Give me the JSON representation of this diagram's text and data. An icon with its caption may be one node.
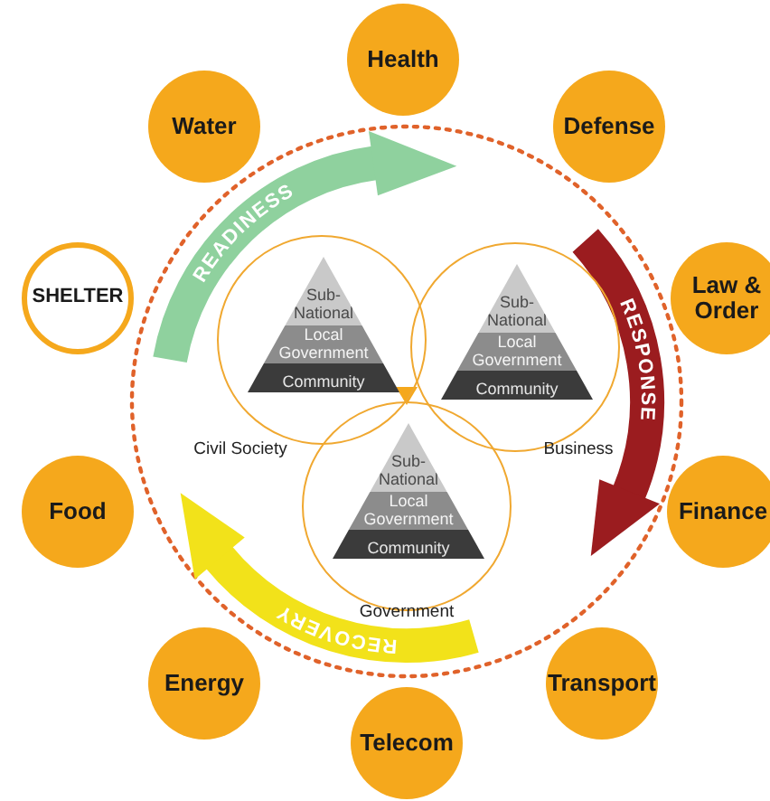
{
  "diagram": {
    "nodes": [
      {
        "text": [
          "Health"
        ]
      },
      {
        "text": [
          "Defense"
        ]
      },
      {
        "text": [
          "Law & Order"
        ]
      },
      {
        "text": [
          "Finance"
        ]
      },
      {
        "text": [
          "Transport"
        ]
      },
      {
        "text": [
          "Telecom"
        ]
      },
      {
        "text": [
          "Energy"
        ]
      },
      {
        "text": [
          "Food"
        ]
      },
      {
        "text": [
          "SHELTER"
        ]
      },
      {
        "text": [
          "Water"
        ]
      },
      {
        "text": [],
        "shape": "circle",
        "beside": [
          "Civil Society"
        ]
      },
      {
        "text": [
          "Sub-National"
        ],
        "in": 10
      },
      {
        "text": [
          "Local Government"
        ],
        "in": 10
      },
      {
        "text": [
          "Community"
        ],
        "in": 10
      },
      {
        "text": [],
        "shape": "circle",
        "beside": [
          "Business"
        ]
      },
      {
        "text": [
          "Sub-National"
        ],
        "in": 14
      },
      {
        "text": [
          "Local Government"
        ],
        "in": 14
      },
      {
        "text": [
          "Community"
        ],
        "in": 14
      },
      {
        "text": [],
        "shape": "circle",
        "beside": [
          "Government"
        ]
      },
      {
        "text": [
          "Sub-National"
        ],
        "in": 18
      },
      {
        "text": [
          "Local Government"
        ],
        "in": 18
      },
      {
        "text": [
          "Community"
        ],
        "in": 18
      }
    ],
    "labels": [
      "READINESS",
      "RESPONSE",
      "RECOVERY"
    ]
  }
}
